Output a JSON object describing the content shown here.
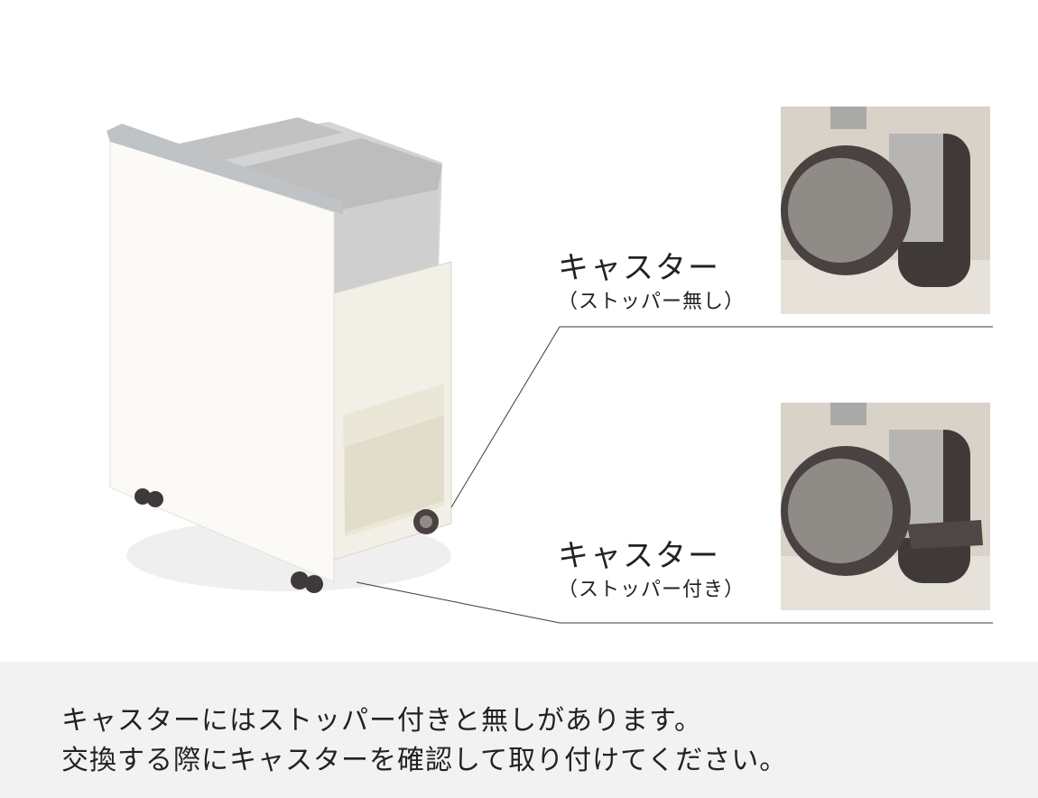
{
  "labels": {
    "caster_no_stopper": {
      "title": "キャスター",
      "sub": "（ストッパー無し）"
    },
    "caster_with_stopper": {
      "title": "キャスター",
      "sub": "（ストッパー付き）"
    }
  },
  "note": {
    "line1": "キャスターにはストッパー付きと無しがあります。",
    "line2": "交換する際にキャスターを確認して取り付けてください。"
  },
  "colors": {
    "background": "#ffffff",
    "note_background": "#f2f2f2",
    "text": "#222222",
    "cabinet_white": "#f7f6f2",
    "tray_gray": "#c8c8c8",
    "wheel_dark": "#4a4240",
    "wheel_hub": "#8f8c88"
  }
}
